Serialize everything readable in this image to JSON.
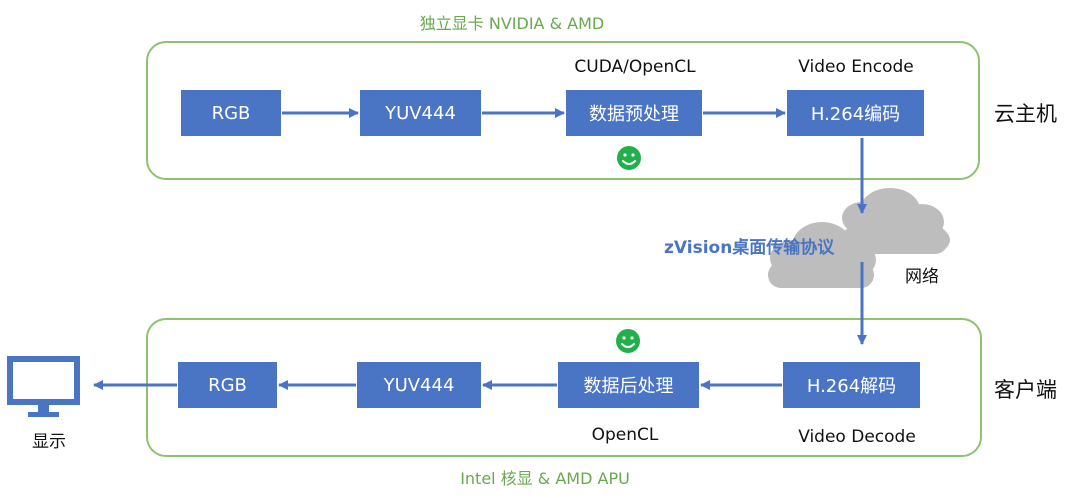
{
  "cloud_host": {
    "title": "独立显卡 NVIDIA & AMD",
    "side_label": "云主机",
    "nodes": {
      "rgb": "RGB",
      "yuv": "YUV444",
      "preprocess": "数据预处理",
      "encode": "H.264编码"
    },
    "captions": {
      "preprocess": "CUDA/OpenCL",
      "encode": "Video Encode"
    }
  },
  "network": {
    "protocol": "zVision桌面传输协议",
    "label": "网络"
  },
  "client": {
    "title": "Intel 核显 & AMD APU",
    "side_label": "客户端",
    "nodes": {
      "decode": "H.264解码",
      "postprocess": "数据后处理",
      "yuv": "YUV444",
      "rgb": "RGB"
    },
    "captions": {
      "postprocess": "OpenCL",
      "decode": "Video Decode"
    },
    "display_label": "显示"
  },
  "colors": {
    "node_fill": "#4a74c4",
    "arrow": "#4a74c4",
    "group_border": "#8dc26f",
    "group_title": "#69a84f",
    "smiley": "#22b04a",
    "cloud": "#bdbdbd",
    "monitor": "#4a74c4"
  },
  "icons": [
    "smiley-icon",
    "cloud-icon",
    "monitor-icon"
  ]
}
